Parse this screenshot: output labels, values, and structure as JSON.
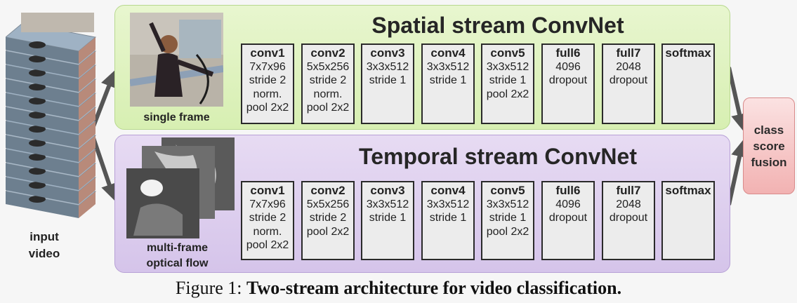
{
  "input": {
    "label": "input\nvideo",
    "icon": "video-frame-stack"
  },
  "spatial": {
    "title": "Spatial stream ConvNet",
    "image_caption": "single frame",
    "layers": [
      {
        "name": "conv1",
        "detail": "7x7x96\nstride 2\nnorm.\npool 2x2"
      },
      {
        "name": "conv2",
        "detail": "5x5x256\nstride 2\nnorm.\npool 2x2"
      },
      {
        "name": "conv3",
        "detail": "3x3x512\nstride 1"
      },
      {
        "name": "conv4",
        "detail": "3x3x512\nstride 1"
      },
      {
        "name": "conv5",
        "detail": "3x3x512\nstride 1\npool 2x2"
      },
      {
        "name": "full6",
        "detail": "4096\ndropout"
      },
      {
        "name": "full7",
        "detail": "2048\ndropout"
      },
      {
        "name": "softmax",
        "detail": ""
      }
    ]
  },
  "temporal": {
    "title": "Temporal stream ConvNet",
    "image_caption": "multi-frame\noptical flow",
    "layers": [
      {
        "name": "conv1",
        "detail": "7x7x96\nstride 2\nnorm.\npool 2x2"
      },
      {
        "name": "conv2",
        "detail": "5x5x256\nstride 2\npool 2x2"
      },
      {
        "name": "conv3",
        "detail": "3x3x512\nstride 1"
      },
      {
        "name": "conv4",
        "detail": "3x3x512\nstride 1"
      },
      {
        "name": "conv5",
        "detail": "3x3x512\nstride 1\npool 2x2"
      },
      {
        "name": "full6",
        "detail": "4096\ndropout"
      },
      {
        "name": "full7",
        "detail": "2048\ndropout"
      },
      {
        "name": "softmax",
        "detail": ""
      }
    ]
  },
  "fusion": {
    "label": "class\nscore\nfusion"
  },
  "caption": {
    "prefix": "Figure 1: ",
    "bold": "Two-stream architecture for video classification."
  },
  "colors": {
    "spatial_bg": "#dff2bf",
    "temporal_bg": "#ddd0ee",
    "fusion_bg": "#f6c8c8",
    "arrow": "#555555"
  }
}
